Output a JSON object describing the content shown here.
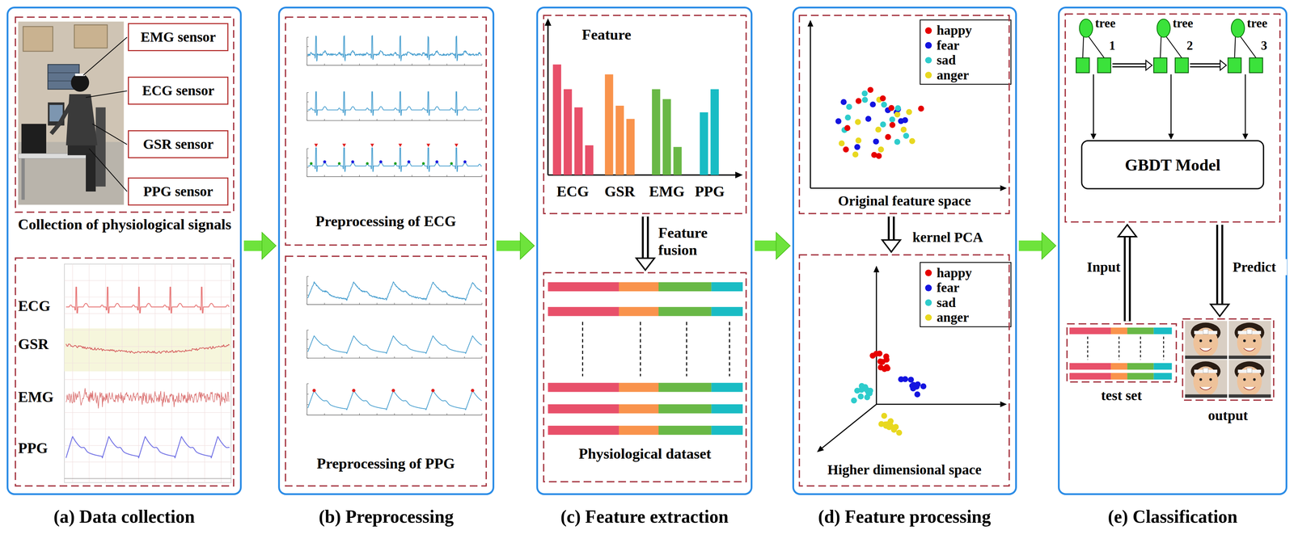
{
  "diagram": {
    "nodes": [
      {
        "text": [
          "(a) Data collection"
        ]
      },
      {
        "text": [
          "Collection of physiological signals"
        ],
        "in": 0
      },
      {
        "text": [
          "EMG sensor"
        ],
        "in": 1
      },
      {
        "text": [
          "ECG sensor"
        ],
        "in": 1
      },
      {
        "text": [
          "GSR sensor"
        ],
        "in": 1
      },
      {
        "text": [
          "PPG sensor"
        ],
        "in": 1
      },
      {
        "text": [
          "ECG",
          "GSR",
          "EMG",
          "PPG"
        ],
        "in": 0
      },
      {
        "text": [
          "(b) Preprocessing"
        ]
      },
      {
        "text": [
          "Preprocessing of ECG"
        ],
        "in": 7
      },
      {
        "text": [
          "Preprocessing of PPG"
        ],
        "in": 7
      },
      {
        "text": [
          "(c) Feature extraction"
        ]
      },
      {
        "text": [
          "Feature",
          "ECG",
          "GSR",
          "EMG",
          "PPG"
        ],
        "in": 10
      },
      {
        "text": [
          "Physiological dataset"
        ],
        "in": 10
      },
      {
        "text": [
          "(d) Feature processing"
        ]
      },
      {
        "text": [
          "Original feature space"
        ],
        "in": 13
      },
      {
        "text": [
          "Higher dimensional space"
        ],
        "in": 13
      },
      {
        "text": [
          "(e) Classification"
        ]
      },
      {
        "text": [
          "tree",
          "1",
          "tree",
          "2",
          "tree",
          "3"
        ],
        "in": 16
      },
      {
        "text": [
          "GBDT Model"
        ],
        "in": 17
      },
      {
        "text": [
          "test set"
        ],
        "in": 16
      },
      {
        "text": [
          "output"
        ],
        "in": 16
      }
    ],
    "edges": [
      {
        "from": 0,
        "to": 7,
        "arrow": "to"
      },
      {
        "from": 7,
        "to": 10,
        "arrow": "to"
      },
      {
        "from": 10,
        "to": 13,
        "arrow": "to"
      },
      {
        "from": 13,
        "to": 16,
        "arrow": "to"
      },
      {
        "from": 11,
        "to": 12,
        "label": "Feature fusion",
        "arrow": "to"
      },
      {
        "from": 14,
        "to": 15,
        "label": "kernel PCA",
        "arrow": "to"
      },
      {
        "from": 19,
        "to": 17,
        "label": "Input",
        "arrow": "to"
      },
      {
        "from": 17,
        "to": 20,
        "label": "Predict",
        "arrow": "to"
      }
    ],
    "legend": [
      {
        "text": "happy",
        "color": "#e60000"
      },
      {
        "text": "fear",
        "color": "#1414e0"
      },
      {
        "text": "sad",
        "color": "#2ecccc"
      },
      {
        "text": "anger",
        "color": "#e8d820"
      },
      {
        "text": "happy",
        "color": "#e60000"
      },
      {
        "text": "fear",
        "color": "#1414e0"
      },
      {
        "text": "sad",
        "color": "#2ecccc"
      },
      {
        "text": "anger",
        "color": "#e8d820"
      }
    ]
  }
}
